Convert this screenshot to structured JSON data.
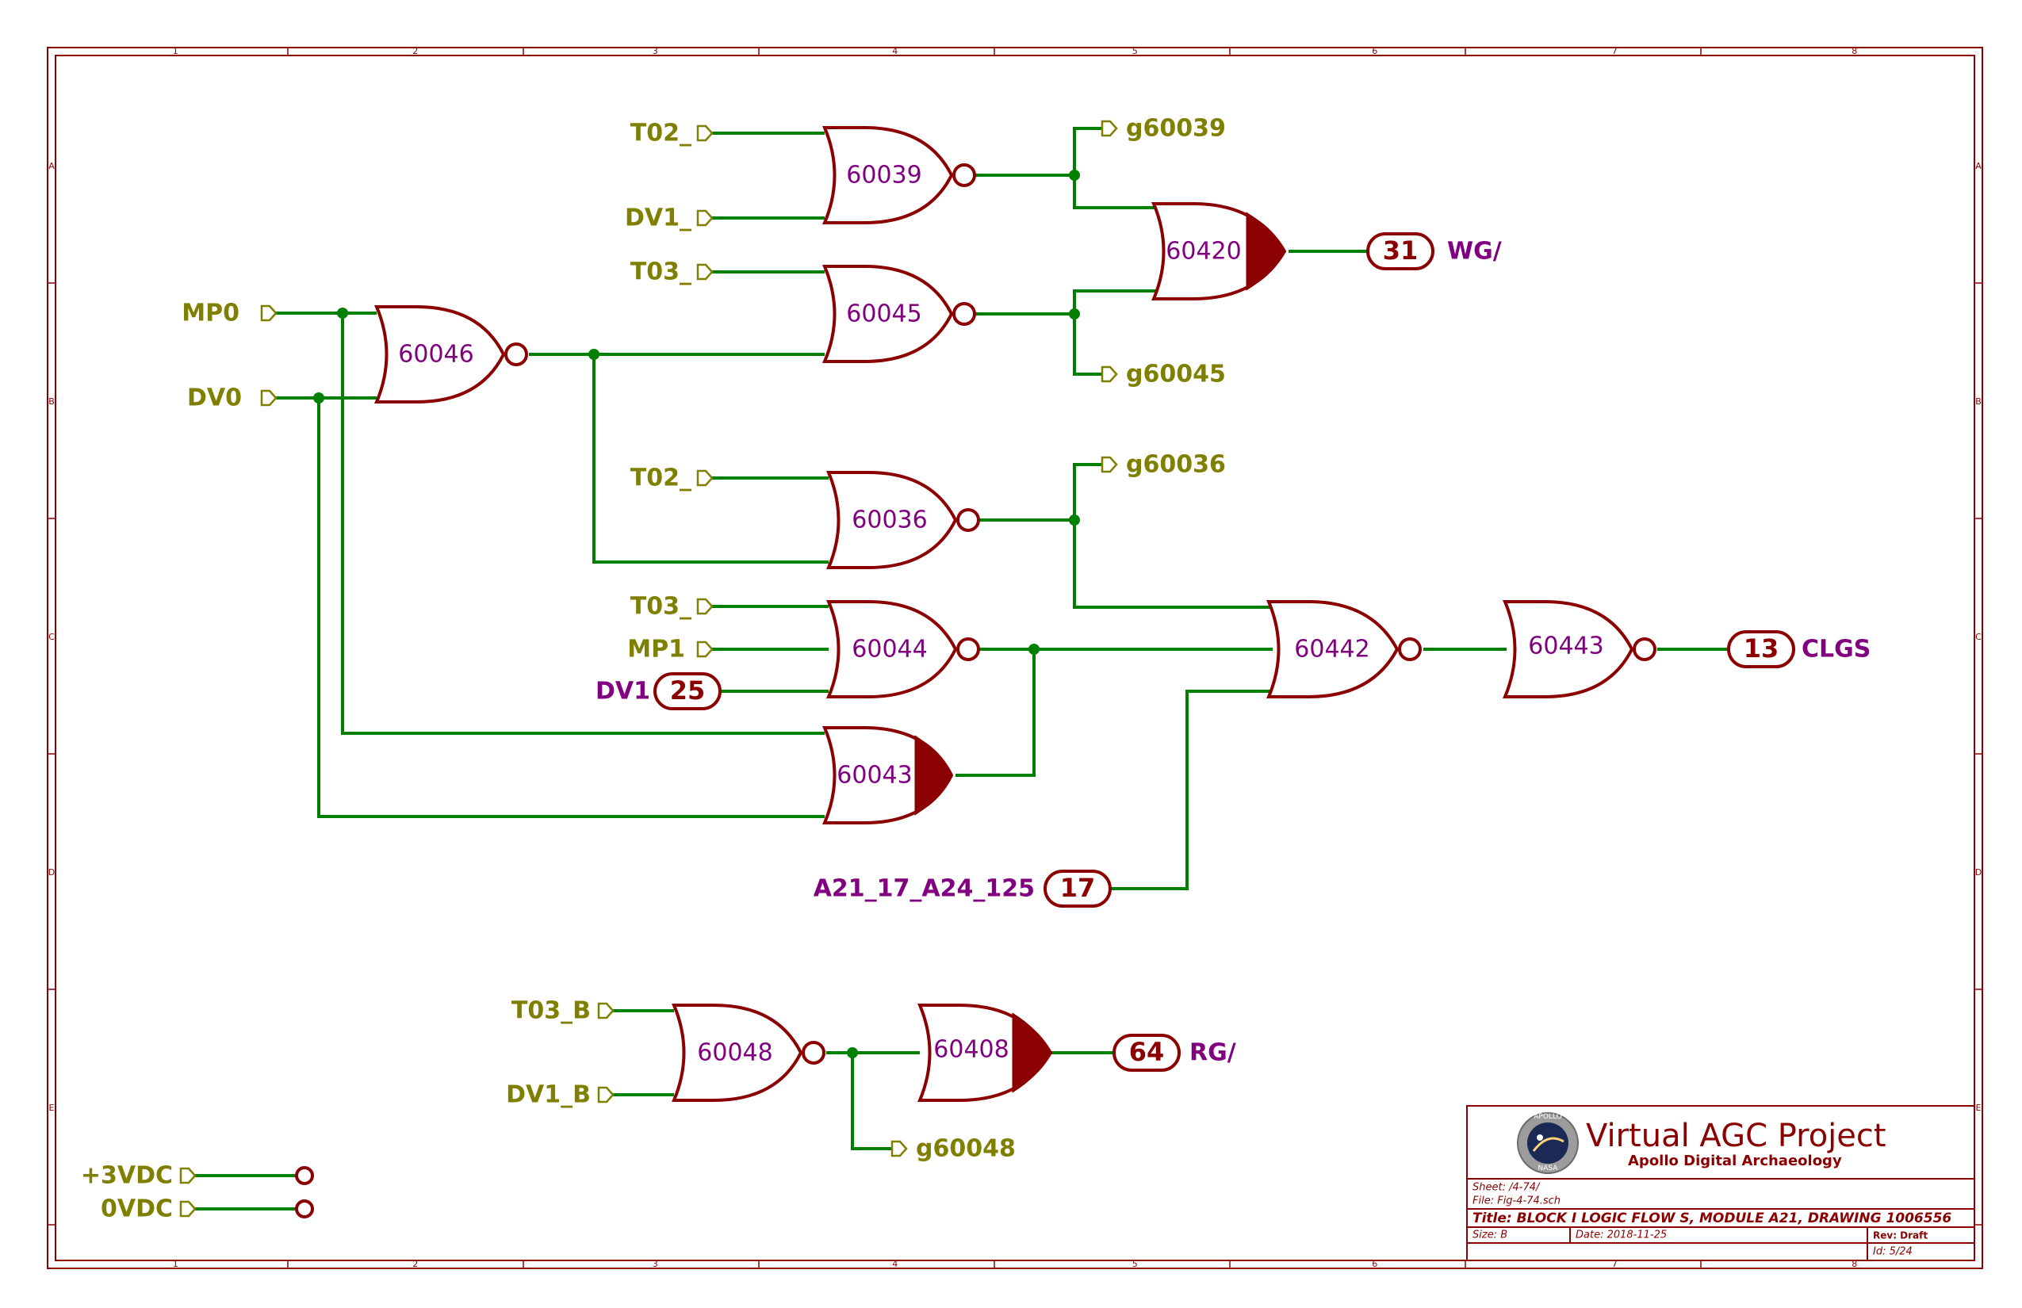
{
  "frame": {
    "columns": [
      "1",
      "2",
      "3",
      "4",
      "5",
      "6",
      "7",
      "8"
    ],
    "rows": [
      "A",
      "B",
      "C",
      "D",
      "E"
    ]
  },
  "gates": [
    {
      "id": "60039"
    },
    {
      "id": "60045"
    },
    {
      "id": "60046"
    },
    {
      "id": "60036"
    },
    {
      "id": "60044"
    },
    {
      "id": "60043"
    },
    {
      "id": "60420"
    },
    {
      "id": "60442"
    },
    {
      "id": "60443"
    },
    {
      "id": "60048"
    },
    {
      "id": "60408"
    }
  ],
  "inputs": {
    "t02_a": "T02_",
    "dv1_a": "DV1_",
    "t03_a": "T03_",
    "mp0": "MP0",
    "dv0": "DV0",
    "t02_b": "T02_",
    "t03_b": "T03_",
    "mp1": "MP1",
    "t03_bb": "T03_B",
    "dv1_bb": "DV1_B",
    "p3vdc": "+3VDC",
    "p0vdc": "0VDC"
  },
  "outputs": {
    "g60039": "g60039",
    "g60045": "g60045",
    "g60036": "g60036",
    "g60048": "g60048"
  },
  "connectors": [
    {
      "num": "31",
      "label": "WG/"
    },
    {
      "num": "13",
      "label": "CLGS"
    },
    {
      "num": "25",
      "label": "DV1"
    },
    {
      "num": "17",
      "label": "A21_17_A24_125"
    },
    {
      "num": "64",
      "label": "RG/"
    }
  ],
  "title_block": {
    "project": "Virtual AGC Project",
    "subtitle": "Apollo Digital Archaeology",
    "logo_text_top": "APOLLO",
    "logo_text_bottom": "NASA",
    "sheet": "Sheet: /4-74/",
    "file": "File: Fig-4-74.sch",
    "title": "Title: BLOCK I LOGIC FLOW S, MODULE A21, DRAWING 1006556",
    "size": "Size: B",
    "date": "Date: 2018-11-25",
    "rev": "Rev: Draft",
    "id": "Id: 5/24"
  },
  "colors": {
    "wire": "#008000",
    "part": "#8b0000",
    "gate_label": "#800080",
    "net_label": "#808000"
  }
}
